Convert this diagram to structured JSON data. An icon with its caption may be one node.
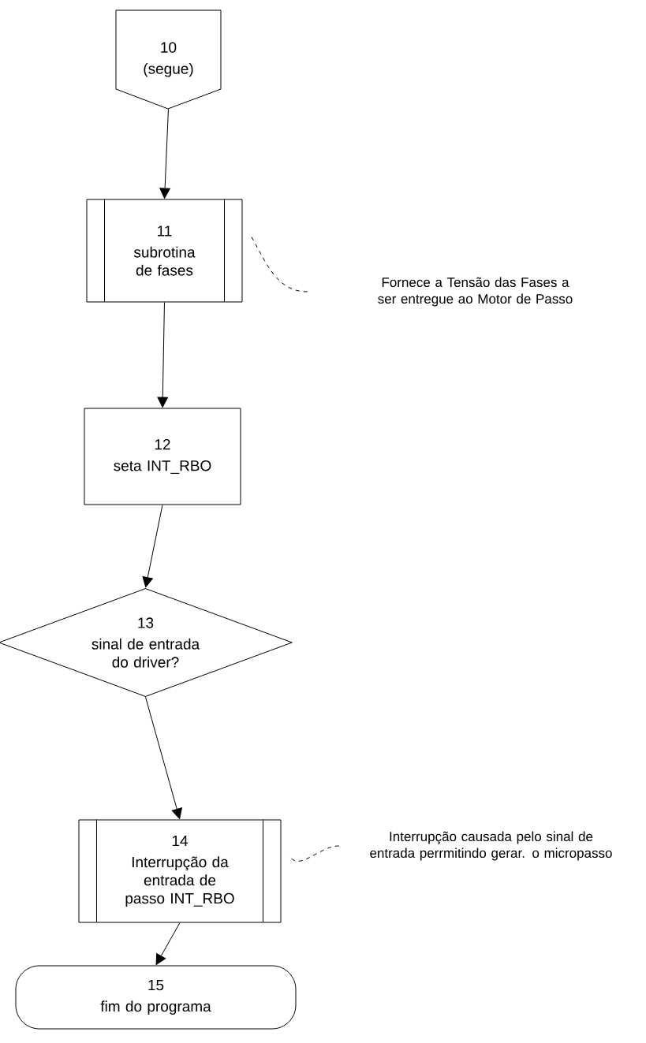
{
  "diagram": {
    "nodes": [
      {
        "text": [
          "10",
          "(segue)"
        ]
      },
      {
        "text": [
          "11",
          "subrotina de fases"
        ]
      },
      {
        "text": [
          "Fornece a Tensão das Fases a ser entregue ao Motor de Passo"
        ]
      },
      {
        "text": [
          "12",
          "seta INT_RBO"
        ]
      },
      {
        "text": [
          "13",
          "sinal de entrada do driver?"
        ]
      },
      {
        "text": [
          "14",
          "Interrupção da entrada de passo INT_RBO"
        ]
      },
      {
        "text": [
          "Interrupção causada pelo sinal de entrada perrmitindo gerar. o micropasso"
        ]
      },
      {
        "text": [
          "15",
          "fim do programa"
        ]
      }
    ],
    "edges": [
      {
        "from": 0,
        "to": 1,
        "arrow": "to"
      },
      {
        "from": 2,
        "to": 1,
        "arrow": "none",
        "style": "dashed"
      },
      {
        "from": 1,
        "to": 3,
        "arrow": "to"
      },
      {
        "from": 3,
        "to": 4,
        "arrow": "to"
      },
      {
        "from": 4,
        "to": 5,
        "arrow": "to"
      },
      {
        "from": 6,
        "to": 5,
        "arrow": "none",
        "style": "dashed"
      },
      {
        "from": 5,
        "to": 7,
        "arrow": "to"
      }
    ]
  }
}
